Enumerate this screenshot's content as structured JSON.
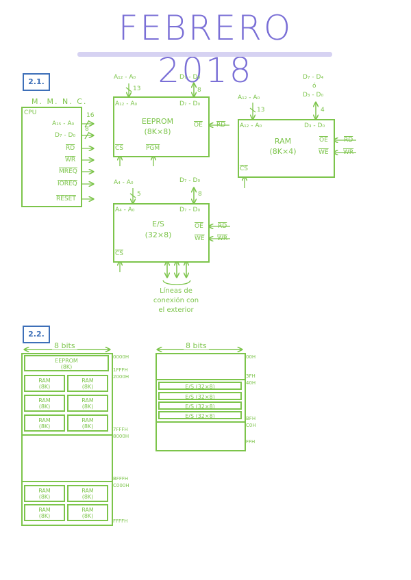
{
  "title": "FEBRERO 2018",
  "sections": {
    "s1": "2.1.",
    "s2": "2.2."
  },
  "cpu": {
    "heading": "M. M. N. C.",
    "name": "CPU",
    "pins": [
      "A₁₅ - A₀",
      "D₇ - D₀",
      "RD",
      "WR",
      "MREQ",
      "IOREQ",
      "RESET"
    ],
    "bus16": "16",
    "bus8": "8"
  },
  "eeprom": {
    "top_addr": "A₁₂ - A₀",
    "top_addr_width": "13",
    "top_data": "D₇ - D₀",
    "top_data_width": "8",
    "pin_addr": "A₁₂ - A₀",
    "pin_data": "D₇ - D₀",
    "name": "EEPROM",
    "size": "(8K×8)",
    "oe": "OE",
    "rd": "RD",
    "cs": "CS",
    "pgm": "PGM"
  },
  "ram": {
    "top_addr": "A₁₂ - A₀",
    "top_addr_width": "13",
    "top_data_a": "D₇ - D₄",
    "top_data_o": "ó",
    "top_data_b": "D₃ - D₀",
    "top_data_width": "4",
    "pin_addr": "A₁₂ - A₀",
    "pin_data": "D₃ - D₀",
    "name": "RAM",
    "size": "(8K×4)",
    "oe": "OE",
    "rd": "RD",
    "we": "WE",
    "wr": "WR",
    "cs": "CS"
  },
  "io": {
    "top_addr": "A₄ - A₀",
    "top_addr_width": "5",
    "top_data": "D₇ - D₀",
    "top_data_width": "8",
    "pin_addr": "A₄ - A₀",
    "pin_data": "D₇ - D₀",
    "name": "E/S",
    "size": "(32×8)",
    "oe": "OE",
    "rd": "RD",
    "we": "WE",
    "wr": "WR",
    "cs": "CS",
    "ext_line1": "Líneas de",
    "ext_line2": "conexión con",
    "ext_line3": "el exterior"
  },
  "memmap": {
    "width_label": "8 bits",
    "eeprom_name": "EEPROM",
    "eeprom_size": "(8K)",
    "ram_name": "RAM",
    "ram_size": "(8K)",
    "addr": [
      "0000H",
      "1FFFH",
      "2000H",
      "7FFFH",
      "8000H",
      "BFFFH",
      "C000H",
      "FFFFH"
    ]
  },
  "iomap": {
    "width_label": "8 bits",
    "cell": "E/S   (32×8)",
    "addr": [
      "00H",
      "3FH",
      "40H",
      "BFH",
      "C0H",
      "FFH"
    ]
  }
}
